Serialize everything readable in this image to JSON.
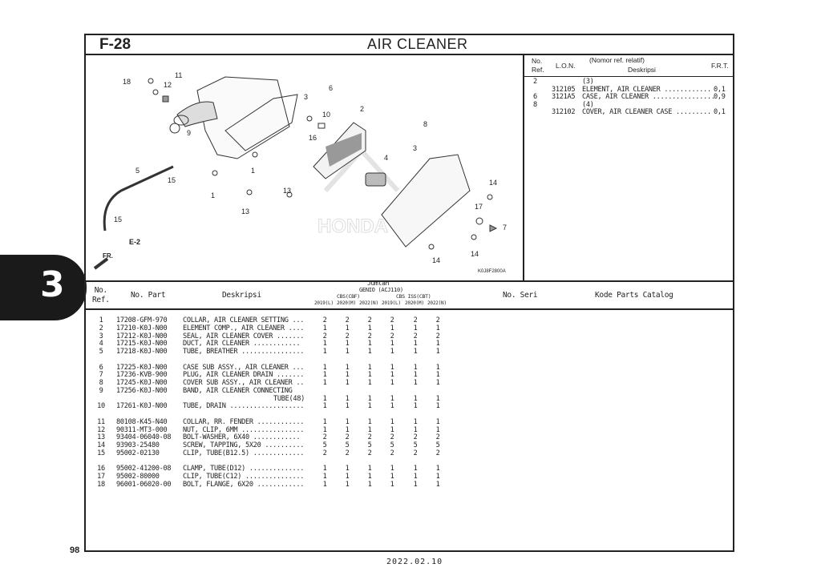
{
  "header": {
    "section": "F-28",
    "title": "AIR CLEANER"
  },
  "chapter_tab": "3",
  "page_number": "98",
  "footer_date": "2022.02.10",
  "diagram": {
    "code": "K0J8F2800A",
    "front_label": "FR.",
    "ref_label": "E-2",
    "watermark": "HONDA",
    "callouts": [
      "18",
      "11",
      "12",
      "6",
      "3",
      "2",
      "10",
      "16",
      "9",
      "8",
      "3",
      "1",
      "1",
      "4",
      "14",
      "5",
      "15",
      "13",
      "13",
      "15",
      "17",
      "7",
      "14",
      "14"
    ]
  },
  "frt_table": {
    "headers": {
      "no_ref": "No.\nRef.",
      "no_ref_1": "No.",
      "no_ref_2": "Ref.",
      "lon": "L.O.N.",
      "relative": "(Nomor ref. relatif)",
      "desc": "Deskripsi",
      "frt": "F.R.T."
    },
    "rows": [
      {
        "ref": "2",
        "lon": "",
        "desc": "(3)",
        "frt": ""
      },
      {
        "ref": "",
        "lon": "312105",
        "desc": "ELEMENT, AIR CLEANER ............",
        "frt": "0,1"
      },
      {
        "ref": "6",
        "lon": "3121A5",
        "desc": "CASE, AIR CLEANER ................",
        "frt": "0,9"
      },
      {
        "ref": "8",
        "lon": "",
        "desc": "(4)",
        "frt": ""
      },
      {
        "ref": "",
        "lon": "312102",
        "desc": "COVER, AIR CLEANER CASE .........",
        "frt": "0,1"
      }
    ]
  },
  "parts_table": {
    "headers": {
      "no_ref_1": "No.",
      "no_ref_2": "Ref.",
      "part_no": "No. Part",
      "desc": "Deskripsi",
      "qty": "Jumlah",
      "model": "GENIO (ACJ110)",
      "group1": "CBS(CBF)",
      "group2": "CBS ISS(CBT)",
      "years": [
        "2019(L)",
        "2020(M)",
        "2022(N)",
        "2019(L)",
        "2020(M)",
        "2022(N)"
      ],
      "serial": "No. Seri",
      "catalog": "Kode Parts Catalog"
    },
    "rows": [
      {
        "ref": "1",
        "part": "17208-GFM-970",
        "desc": "COLLAR, AIR CLEANER SETTING ...",
        "qty": [
          "2",
          "2",
          "2",
          "2",
          "2",
          "2"
        ]
      },
      {
        "ref": "2",
        "part": "17210-K0J-N00",
        "desc": "ELEMENT COMP., AIR CLEANER ....",
        "qty": [
          "1",
          "1",
          "1",
          "1",
          "1",
          "1"
        ]
      },
      {
        "ref": "3",
        "part": "17212-K0J-N00",
        "desc": "SEAL, AIR CLEANER COVER .......",
        "qty": [
          "2",
          "2",
          "2",
          "2",
          "2",
          "2"
        ]
      },
      {
        "ref": "4",
        "part": "17215-K0J-N00",
        "desc": "DUCT, AIR CLEANER ............",
        "qty": [
          "1",
          "1",
          "1",
          "1",
          "1",
          "1"
        ]
      },
      {
        "ref": "5",
        "part": "17218-K0J-N00",
        "desc": "TUBE, BREATHER ................",
        "qty": [
          "1",
          "1",
          "1",
          "1",
          "1",
          "1"
        ]
      },
      {
        "ref": "6",
        "part": "17225-K0J-N00",
        "desc": "CASE SUB ASSY., AIR CLEANER ...",
        "qty": [
          "1",
          "1",
          "1",
          "1",
          "1",
          "1"
        ]
      },
      {
        "ref": "7",
        "part": "17236-KVB-900",
        "desc": "PLUG, AIR CLEANER DRAIN .......",
        "qty": [
          "1",
          "1",
          "1",
          "1",
          "1",
          "1"
        ]
      },
      {
        "ref": "8",
        "part": "17245-K0J-N00",
        "desc": "COVER SUB ASSY., AIR CLEANER ..",
        "qty": [
          "1",
          "1",
          "1",
          "1",
          "1",
          "1"
        ]
      },
      {
        "ref": "9",
        "part": "17256-K0J-N00",
        "desc": "BAND, AIR CLEANER CONNECTING",
        "desc2": "TUBE(48)",
        "qty": [
          "1",
          "1",
          "1",
          "1",
          "1",
          "1"
        ]
      },
      {
        "ref": "10",
        "part": "17261-K0J-N00",
        "desc": "TUBE, DRAIN ...................",
        "qty": [
          "1",
          "1",
          "1",
          "1",
          "1",
          "1"
        ]
      },
      {
        "ref": "11",
        "part": "80108-K45-N40",
        "desc": "COLLAR, RR. FENDER ............",
        "qty": [
          "1",
          "1",
          "1",
          "1",
          "1",
          "1"
        ]
      },
      {
        "ref": "12",
        "part": "90311-MT3-000",
        "desc": "NUT, CLIP, 6MM ................",
        "qty": [
          "1",
          "1",
          "1",
          "1",
          "1",
          "1"
        ]
      },
      {
        "ref": "13",
        "part": "93404-06040-08",
        "desc": "BOLT-WASHER, 6X40 ............",
        "qty": [
          "2",
          "2",
          "2",
          "2",
          "2",
          "2"
        ]
      },
      {
        "ref": "14",
        "part": "93903-25480",
        "desc": "SCREW, TAPPING, 5X20 ..........",
        "qty": [
          "5",
          "5",
          "5",
          "5",
          "5",
          "5"
        ]
      },
      {
        "ref": "15",
        "part": "95002-02130",
        "desc": "CLIP, TUBE(B12.5) .............",
        "qty": [
          "2",
          "2",
          "2",
          "2",
          "2",
          "2"
        ]
      },
      {
        "ref": "16",
        "part": "95002-41200-08",
        "desc": "CLAMP, TUBE(D12) ..............",
        "qty": [
          "1",
          "1",
          "1",
          "1",
          "1",
          "1"
        ]
      },
      {
        "ref": "17",
        "part": "95002-80000",
        "desc": "CLIP, TUBE(C12) ...............",
        "qty": [
          "1",
          "1",
          "1",
          "1",
          "1",
          "1"
        ]
      },
      {
        "ref": "18",
        "part": "96001-06020-00",
        "desc": "BOLT, FLANGE, 6X20 ............",
        "qty": [
          "1",
          "1",
          "1",
          "1",
          "1",
          "1"
        ]
      }
    ]
  }
}
